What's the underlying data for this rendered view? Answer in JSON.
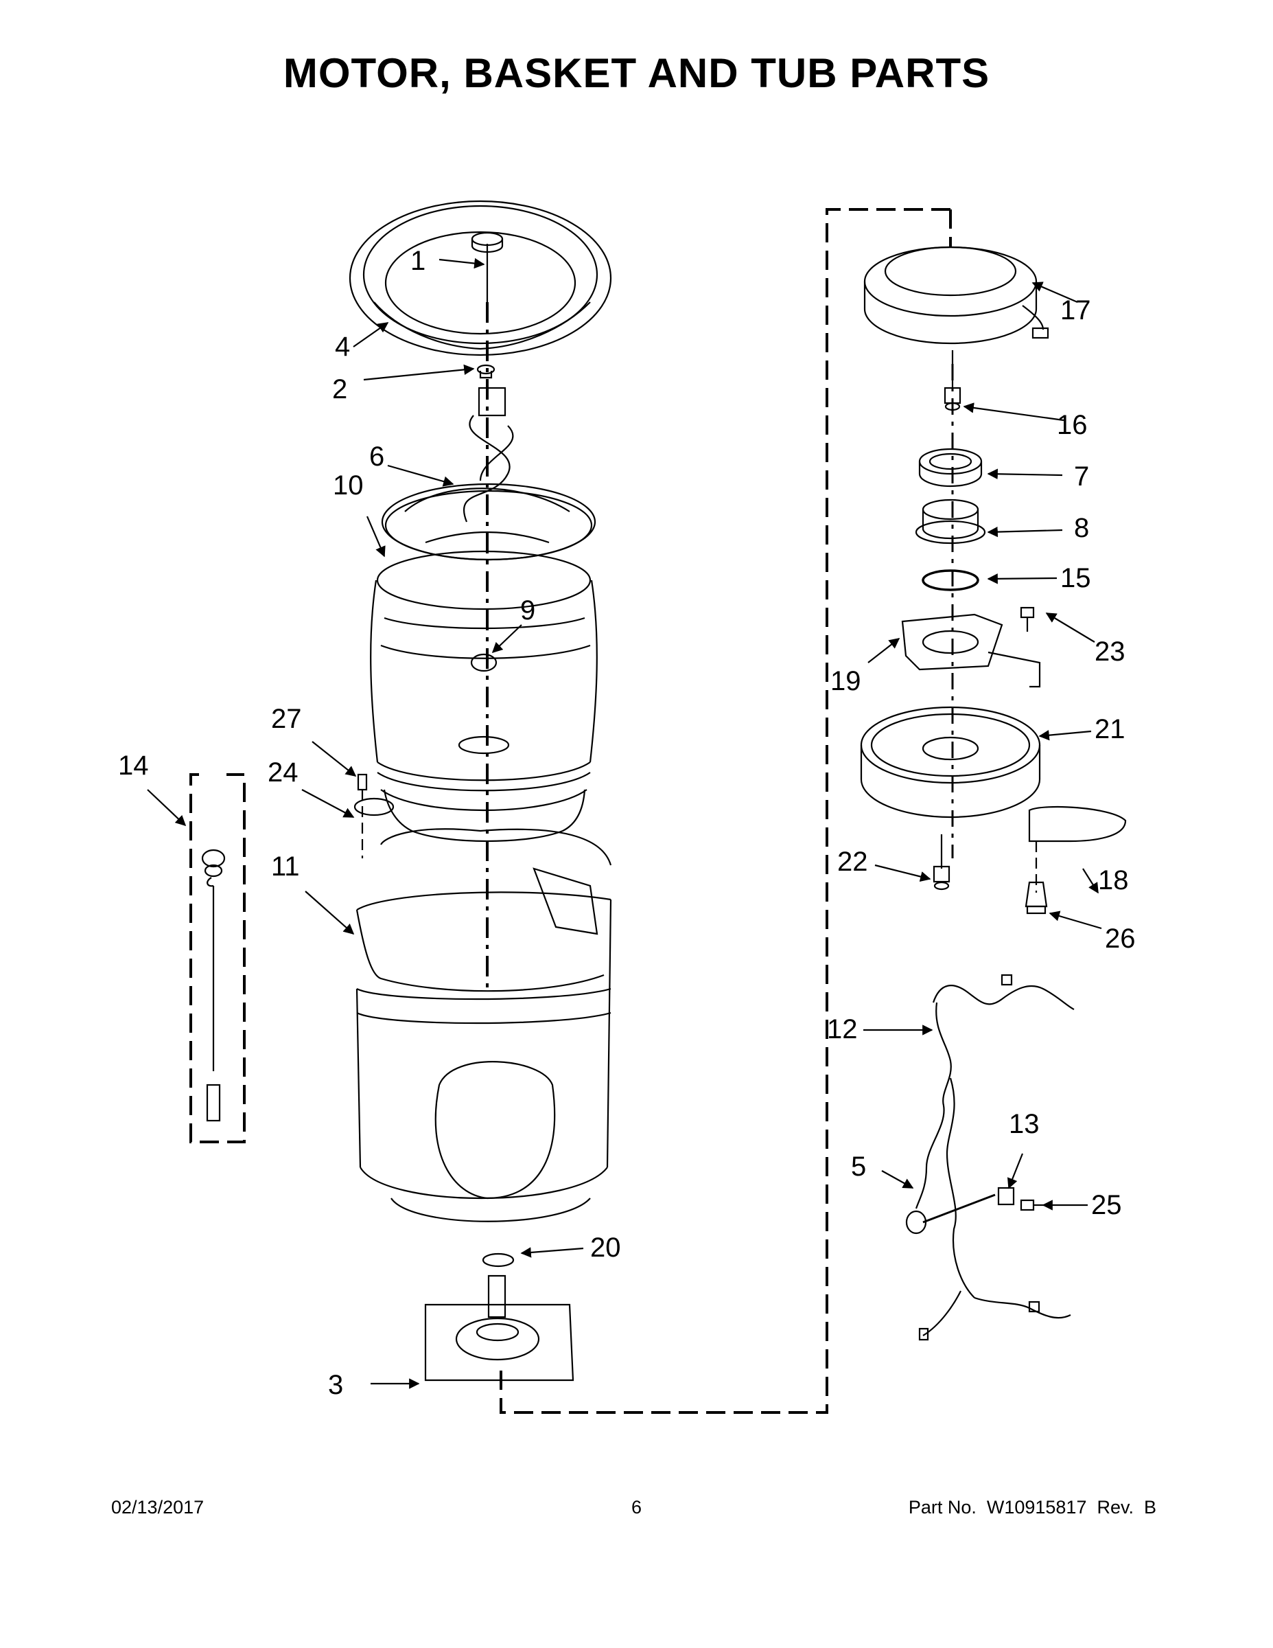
{
  "header": {
    "title": "MOTOR, BASKET AND TUB PARTS"
  },
  "callouts": [
    "1",
    "2",
    "3",
    "4",
    "5",
    "6",
    "7",
    "8",
    "9",
    "10",
    "11",
    "12",
    "13",
    "14",
    "15",
    "16",
    "17",
    "18",
    "19",
    "20",
    "21",
    "22",
    "23",
    "24",
    "25",
    "26",
    "27"
  ],
  "footer": {
    "date": "02/13/2017",
    "page": "6",
    "part": "Part No.  W10915817  Rev.  B"
  }
}
